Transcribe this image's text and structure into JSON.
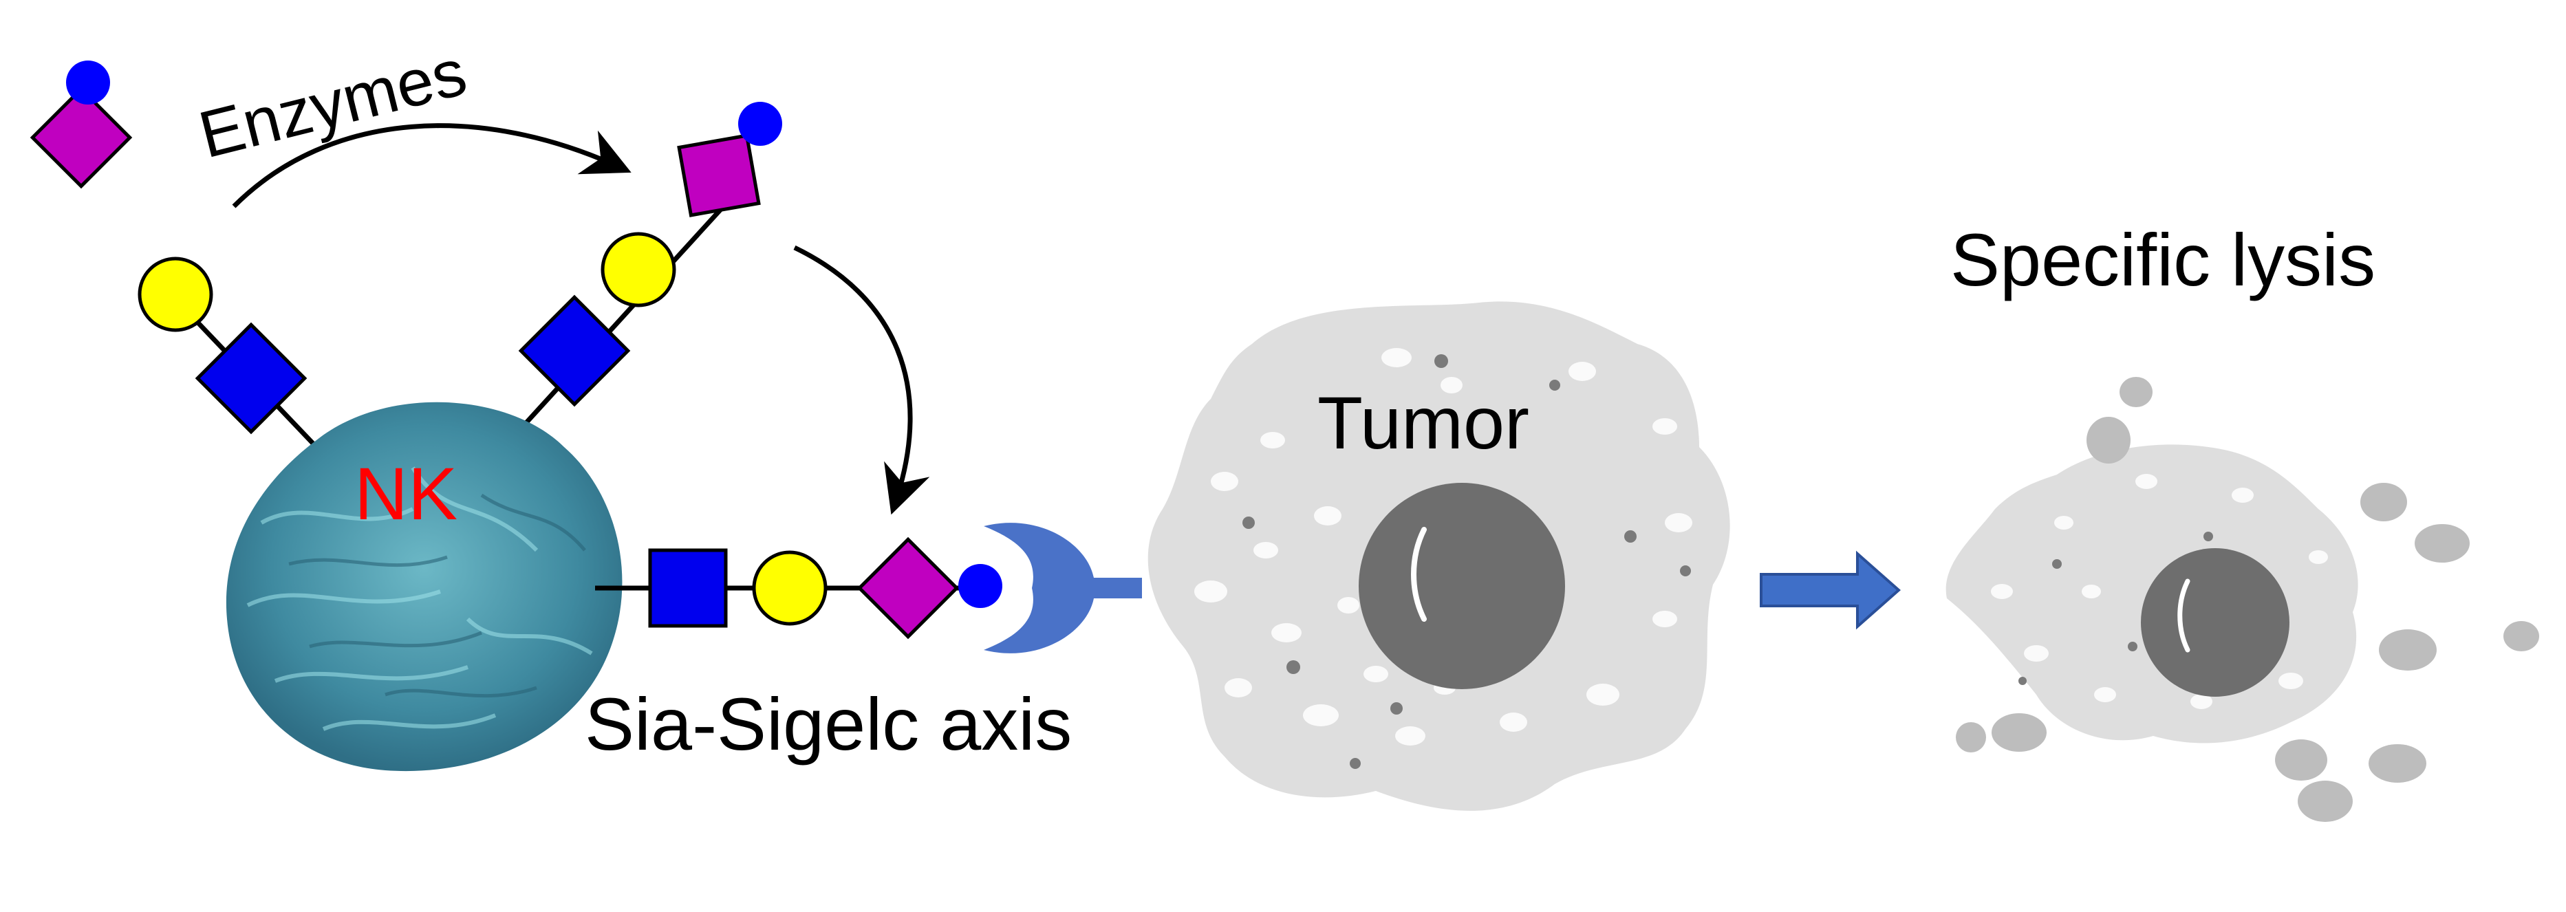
{
  "labels": {
    "enzymes": "Enzymes",
    "nk": "NK",
    "tumor": "Tumor",
    "axis": "Sia-Sigelc axis",
    "lysis": "Specific lysis"
  },
  "colors": {
    "circle_yellow": "#ffff00",
    "square_blue": "#0000ee",
    "diamond_magenta": "#c000c0",
    "dot_blue": "#0000ff",
    "receptor_blue": "#4a72c8",
    "arrow_blue": "#3f6fc8",
    "nk_cell": "#4f9fb0",
    "tumor_body": "#dedede",
    "nucleus": "#6e6e6e",
    "nk_label": "#ff0000"
  },
  "icons": [
    "sialic-acid-icon",
    "glycan-chain-icon",
    "siglec-receptor-icon",
    "arrow-right-icon"
  ]
}
